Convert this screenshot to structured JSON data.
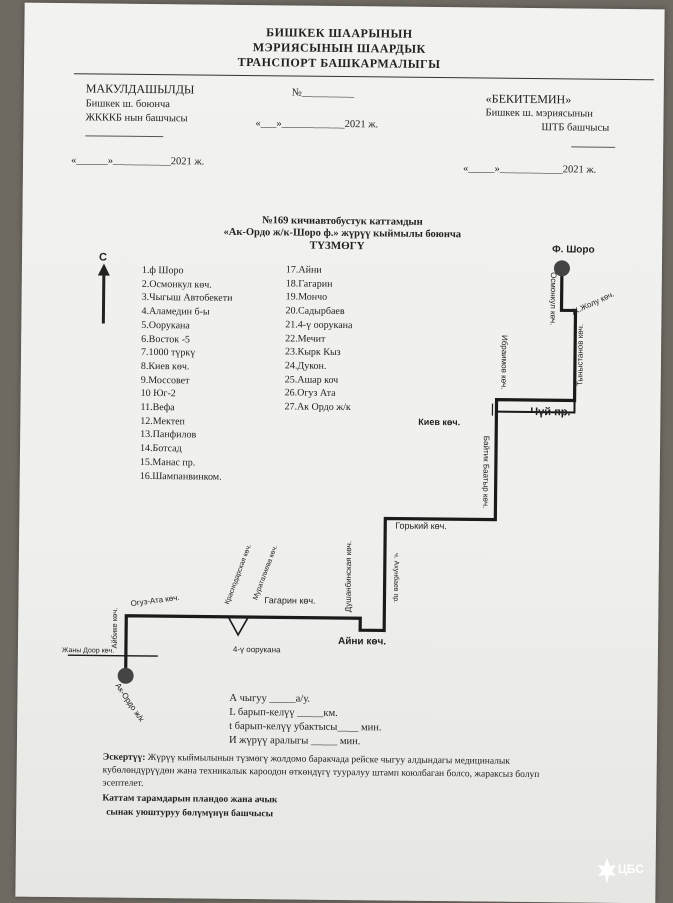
{
  "header": {
    "line1": "БИШКЕК ШААРЫНЫН",
    "line2": "МЭРИЯСЫНЫН    ШААРДЫК",
    "line3": "ТРАНСПОРТ БАШКАРМАЛЫГЫ"
  },
  "left_block": {
    "title": "МАКУЛДАШЫЛДЫ",
    "line1": "Бишкек ш. боюнча",
    "line2": "ЖКККБ нын башчысы",
    "date": "«______»___________2021 ж."
  },
  "center_block": {
    "number": "№__________",
    "date": "«___»____________2021 ж."
  },
  "right_block": {
    "title": "«БЕКИТЕМИН»",
    "line1": "Бишкек ш. мэриясынын",
    "line2": "ШТБ башчысы",
    "date": "«_____»____________2021 ж."
  },
  "doc_title": {
    "line1": "№169 кичиавтобустук каттамдын",
    "line2": "«Ак-Ордо ж/к-Шоро ф.» жүрүү кыймылы боюнча",
    "line3": "ТҮЗМӨГҮ"
  },
  "north": "С",
  "stops_col1": [
    "1.ф Шоро",
    "2.Осмонкул көч.",
    "3.Чыгыш Автобекети",
    "4.Аламедин б-ы",
    "5.Оорукана",
    "6.Восток -5",
    "7.1000 түркү",
    "8.Киев көч.",
    "9.Моссовет",
    "10 Юг-2",
    "11.Вефа",
    "12.Мектеп",
    "13.Панфилов",
    "14.Ботсад",
    "15.Манас пр.",
    "16.Шампанвинком."
  ],
  "stops_col2": [
    "17.Айни",
    "18.Гагарин",
    "19.Мончо",
    "20.Садырбаев",
    "21.4-ү оорукана",
    "22.Мечит",
    "23.Кырк Кыз",
    "24.Дукон.",
    "25.Ашар коч",
    "26.Огуз Ата",
    "27.Ак Ордо ж/к"
  ],
  "map": {
    "start": "Ф. Шоро",
    "osmonkul": "Осмонкул көч.",
    "zhzholu": "Ж.Жолу көч.",
    "ibraimov": "Ибраимов көч.",
    "tynystanov": "Тыныстанов көч.",
    "chui": "Чүй пр.",
    "kiev": "Киев көч.",
    "baytik": "Байтик Баатыр көч.",
    "gorkiy": "Горький көч.",
    "akhunbaev": "ч. Ахунбаев пр.",
    "dushanbinskaya": "Душанбинская көч.",
    "aini": "Айни көч.",
    "gagarin": "Гагарин көч.",
    "muratalin": "Мураталиева көч.",
    "krasnodar": "Краснодарская көч.",
    "hospital": "4-ү оорукана",
    "oguz": "Огуз-Ата көч.",
    "aybike": "Айбике көч.",
    "zhany_door": "Жаны Доор көч.",
    "end": "Ак-Ордо ж/к"
  },
  "params": {
    "l1": "А чыгуу _____а/у.",
    "l2": "L барып-келүү _____км.",
    "l3": "t барып-келүү убактысы____ мин.",
    "l4": "И жүрүү аралыгы _____     мин."
  },
  "note": {
    "label": "Эскертүү:",
    "line1": " Жүрүү кыймылынын түзмөгү жолдомо баракчада рейске чыгуу алдындагы медициналык",
    "line2": "кубөлөндүрүүдөн жана техникалык кароодон өткөндүгү тууралуу штамп коюлбаган болсо, жараксыз болуп",
    "line3": "эсептелет."
  },
  "footer": {
    "line1": "Каттам тарамдарын пландоо жана ачык",
    "line2": "сынак уюштуруу бөлүмүнүн башчысы"
  },
  "logo": "ЦБС"
}
